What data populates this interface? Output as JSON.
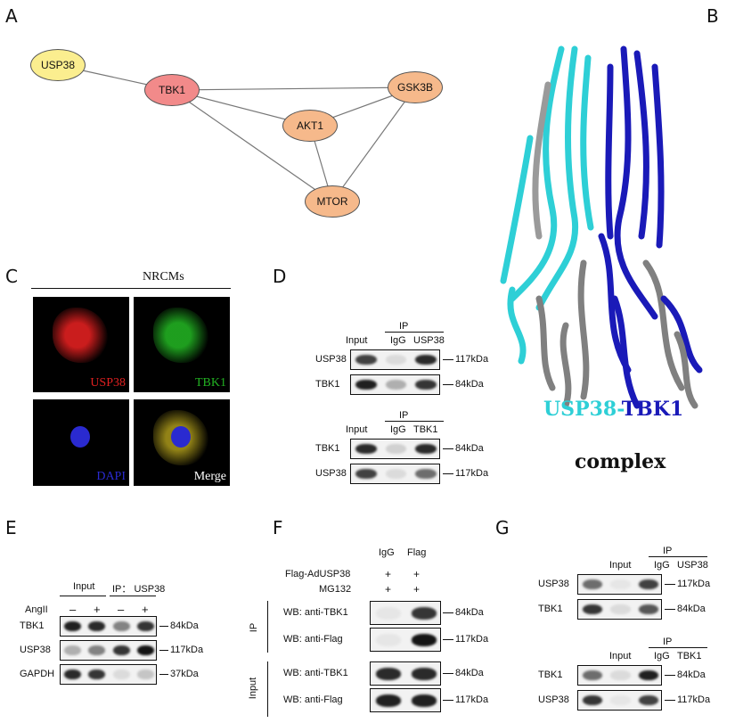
{
  "panels": {
    "A": "A",
    "B": "B",
    "C": "C",
    "D": "D",
    "E": "E",
    "F": "F",
    "G": "G"
  },
  "network": {
    "nodes": [
      {
        "id": "USP38",
        "color": "#fbee8f"
      },
      {
        "id": "TBK1",
        "color": "#f28a8a"
      },
      {
        "id": "GSK3B",
        "color": "#f6b98b"
      },
      {
        "id": "AKT1",
        "color": "#f6b98b"
      },
      {
        "id": "MTOR",
        "color": "#f6b98b"
      }
    ],
    "edges": [
      [
        "USP38",
        "TBK1"
      ],
      [
        "TBK1",
        "GSK3B"
      ],
      [
        "TBK1",
        "AKT1"
      ],
      [
        "TBK1",
        "MTOR"
      ],
      [
        "AKT1",
        "GSK3B"
      ],
      [
        "AKT1",
        "MTOR"
      ],
      [
        "GSK3B",
        "MTOR"
      ]
    ]
  },
  "structure": {
    "title_a": "USP38",
    "dash": "-",
    "title_b": "TBK1",
    "subtitle": "complex",
    "color_a": "#2ecfd6",
    "color_b": "#1a1ab8"
  },
  "C": {
    "title": "NRCMs",
    "images": [
      {
        "label": "USP38",
        "color": "#e02020"
      },
      {
        "label": "TBK1",
        "color": "#22b022"
      },
      {
        "label": "DAPI",
        "color": "#2a2ad0"
      },
      {
        "label": "Merge",
        "color": "#ffffff"
      }
    ]
  },
  "D": {
    "top": {
      "ip": "IP",
      "cols": [
        "Input",
        "IgG",
        "USP38"
      ],
      "rows": [
        {
          "label": "USP38",
          "kda": "117kDa",
          "bands": [
            0.8,
            0.1,
            0.9
          ]
        },
        {
          "label": "TBK1",
          "kda": "84kDa",
          "bands": [
            0.95,
            0.3,
            0.85
          ]
        }
      ]
    },
    "bottom": {
      "ip": "IP",
      "cols": [
        "Input",
        "IgG",
        "TBK1"
      ],
      "rows": [
        {
          "label": "TBK1",
          "kda": "84kDa",
          "bands": [
            0.9,
            0.15,
            0.9
          ]
        },
        {
          "label": "USP38",
          "kda": "117kDa",
          "bands": [
            0.8,
            0.1,
            0.6
          ]
        }
      ]
    }
  },
  "E": {
    "groups": [
      "Input",
      "IP： USP38"
    ],
    "treatment": "AngII",
    "signs": [
      "–",
      "+",
      "–",
      "+"
    ],
    "rows": [
      {
        "label": "TBK1",
        "kda": "84kDa",
        "bands": [
          0.95,
          0.9,
          0.5,
          0.85
        ]
      },
      {
        "label": "USP38",
        "kda": "117kDa",
        "bands": [
          0.3,
          0.5,
          0.85,
          1.0
        ]
      },
      {
        "label": "GAPDH",
        "kda": "37kDa",
        "bands": [
          0.9,
          0.85,
          0.1,
          0.2
        ]
      }
    ]
  },
  "F": {
    "cols": [
      "IgG",
      "Flag"
    ],
    "conditions": [
      {
        "label": "Flag-AdUSP38",
        "signs": [
          "+",
          "+"
        ]
      },
      {
        "label": "MG132",
        "signs": [
          "+",
          "+"
        ]
      }
    ],
    "sections": [
      {
        "name": "IP",
        "rows": [
          {
            "label": "WB: anti-TBK1",
            "kda": "84kDa",
            "bands": [
              0.05,
              0.85
            ]
          },
          {
            "label": "WB: anti-Flag",
            "kda": "117kDa",
            "bands": [
              0.05,
              1.0
            ]
          }
        ]
      },
      {
        "name": "Input",
        "rows": [
          {
            "label": "WB: anti-TBK1",
            "kda": "84kDa",
            "bands": [
              0.9,
              0.9
            ]
          },
          {
            "label": "WB: anti-Flag",
            "kda": "117kDa",
            "bands": [
              0.95,
              0.95
            ]
          }
        ]
      }
    ]
  },
  "G": {
    "top": {
      "ip": "IP",
      "cols": [
        "Input",
        "IgG",
        "USP38"
      ],
      "rows": [
        {
          "label": "USP38",
          "kda": "117kDa",
          "bands": [
            0.6,
            0.05,
            0.8
          ]
        },
        {
          "label": "TBK1",
          "kda": "84kDa",
          "bands": [
            0.85,
            0.1,
            0.7
          ]
        }
      ]
    },
    "bottom": {
      "ip": "IP",
      "cols": [
        "Input",
        "IgG",
        "TBK1"
      ],
      "rows": [
        {
          "label": "TBK1",
          "kda": "84kDa",
          "bands": [
            0.6,
            0.1,
            0.95
          ]
        },
        {
          "label": "USP38",
          "kda": "117kDa",
          "bands": [
            0.85,
            0.05,
            0.8
          ]
        }
      ]
    }
  }
}
